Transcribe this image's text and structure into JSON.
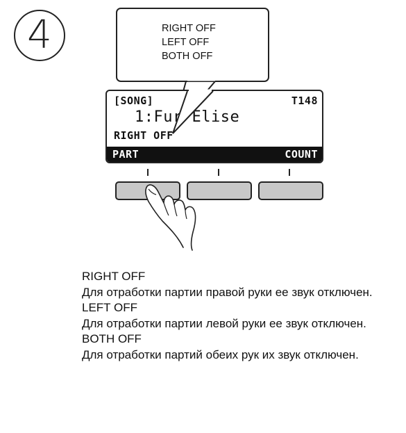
{
  "step": {
    "number": "4"
  },
  "callout": {
    "lines": [
      "RIGHT OFF",
      "LEFT OFF",
      "BOTH OFF"
    ]
  },
  "lcd": {
    "header": "[SONG]",
    "tempo": "T148",
    "song": "1:Fur Elise",
    "part_status": "RIGHT OFF",
    "softkey_left": "PART",
    "softkey_right": "COUNT"
  },
  "descriptions": [
    {
      "term": "RIGHT OFF",
      "text": "Для отработки партии правой руки ее звук отключен."
    },
    {
      "term": "LEFT OFF",
      "text": "Для отработки партии левой руки ее звук отключен."
    },
    {
      "term": "BOTH OFF",
      "text": "Для отработки партий обеих рук их звук отключен."
    }
  ],
  "colors": {
    "ink": "#222222",
    "button_fill": "#c8c8c8",
    "lcd_bar": "#111111"
  },
  "icons": [
    "pressing-finger-icon"
  ]
}
